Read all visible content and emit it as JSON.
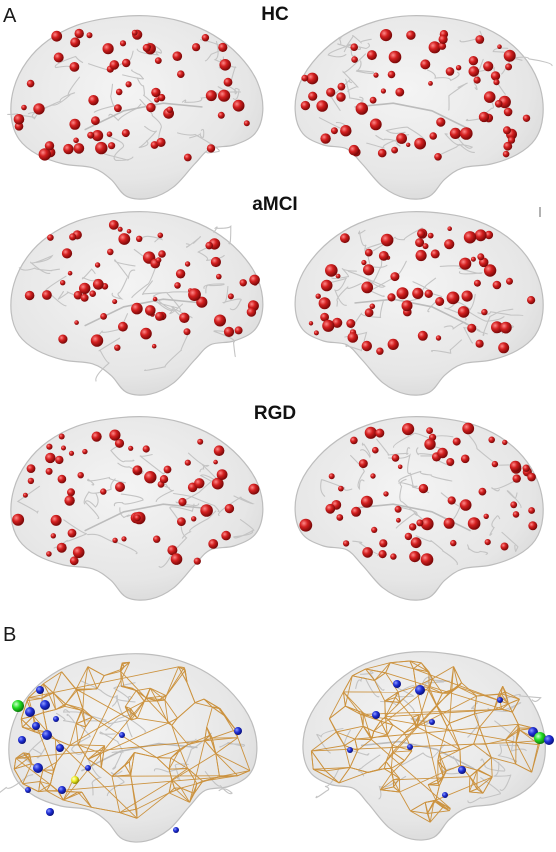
{
  "panel_a": {
    "letter": "A",
    "groups": [
      {
        "title": "HC"
      },
      {
        "title": "aMCI"
      },
      {
        "title": "RGD"
      }
    ]
  },
  "panel_b": {
    "letter": "B"
  },
  "colors": {
    "brain_fill": "#e8e8e8",
    "brain_outline": "#bdbdbd",
    "node_red": "#cc1a1a",
    "network_edge": "#c98a2e",
    "node_blue": "#1f2fd6",
    "node_green": "#22dd22",
    "node_yellow": "#eeee22"
  }
}
